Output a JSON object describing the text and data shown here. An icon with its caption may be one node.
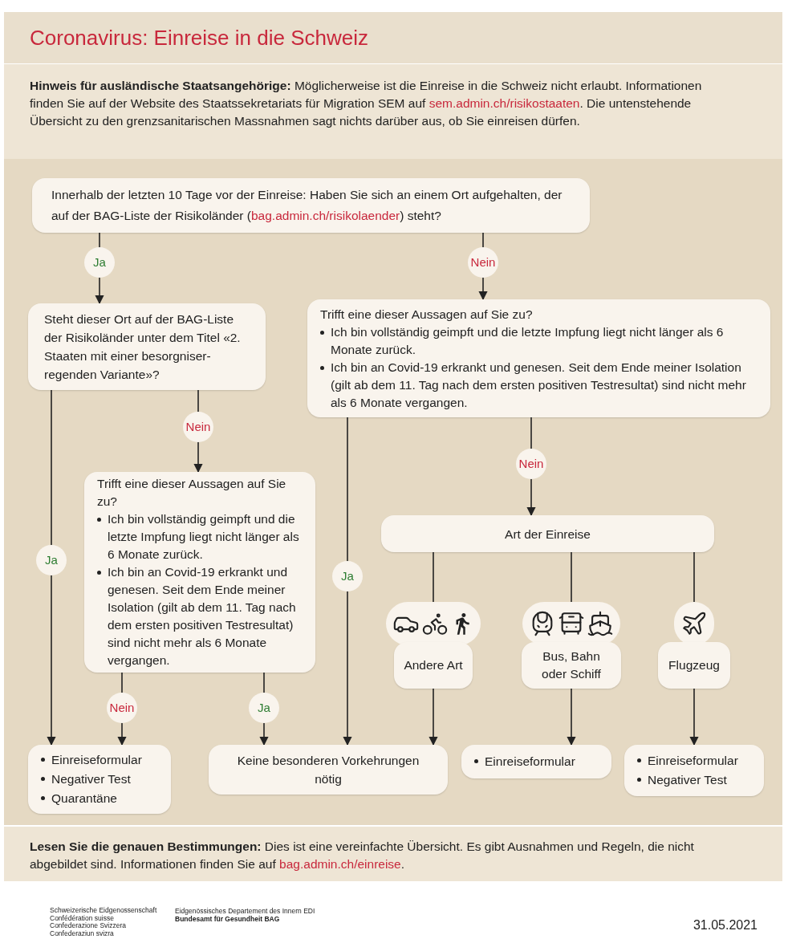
{
  "diagram": {
    "title": "Coronavirus: Einreise in die Schweiz",
    "nodes": [
      {
        "text": [
          "Innerhalb der letzten 10 Tage vor der Einreise: Haben Sie sich an einem Ort aufgehalten, der auf der BAG-Liste der Risikoländer (",
          "bag.admin.ch/risikolaender",
          ") steht?"
        ]
      },
      {
        "text": [
          "Steht dieser Ort auf der BAG-Liste der Risikoländer unter dem Titel «2. Staaten mit einer besorgniser-regenden Variante»?"
        ]
      },
      {
        "text": [
          "Trifft eine dieser Aussagen auf Sie zu?",
          "Ich bin vollständig geimpft und die letzte Impfung liegt nicht länger als 6 Monate zurück.",
          "Ich bin an Covid-19 erkrankt und genesen. Seit dem Ende meiner Isolation (gilt ab dem 11. Tag nach dem ersten positiven Testresultat) sind nicht mehr als 6 Monate vergangen."
        ]
      },
      {
        "text": [
          "Trifft eine dieser Aussagen auf Sie zu?",
          "Ich bin vollständig geimpft und die letzte Impfung liegt nicht länger als 6 Monate zurück.",
          "Ich bin an Covid-19 erkrankt und genesen. Seit dem Ende meiner Isolation (gilt ab dem 11. Tag nach dem ersten positiven Testresultat) sind nicht mehr als 6 Monate vergangen."
        ]
      },
      {
        "text": [
          "Art der Einreise"
        ]
      },
      {
        "text": [
          "Andere Art"
        ]
      },
      {
        "text": [
          "Bus, Bahn oder Schiff"
        ]
      },
      {
        "text": [
          "Flugzeug"
        ]
      },
      {
        "text": [
          "Einreiseformular",
          "Negativer Test",
          "Quarantäne"
        ]
      },
      {
        "text": [
          "Keine besonderen Vorkehrungen nötig"
        ]
      },
      {
        "text": [
          "Einreiseformular"
        ]
      },
      {
        "text": [
          "Einreiseformular",
          "Negativer Test"
        ]
      }
    ],
    "edges": [
      {
        "from": 0,
        "to": 1,
        "arrow": "to",
        "label": "Ja"
      },
      {
        "from": 0,
        "to": 2,
        "arrow": "to",
        "label": "Nein"
      },
      {
        "from": 1,
        "to": 8,
        "arrow": "to",
        "label": "Ja"
      },
      {
        "from": 1,
        "to": 3,
        "arrow": "to",
        "label": "Nein"
      },
      {
        "from": 3,
        "to": 8,
        "arrow": "to",
        "label": "Nein"
      },
      {
        "from": 3,
        "to": 9,
        "arrow": "to",
        "label": "Ja"
      },
      {
        "from": 2,
        "to": 9,
        "arrow": "to",
        "label": "Ja"
      },
      {
        "from": 2,
        "to": 4,
        "arrow": "to",
        "label": "Nein"
      },
      {
        "from": 4,
        "to": 5,
        "arrow": "none"
      },
      {
        "from": 4,
        "to": 6,
        "arrow": "none"
      },
      {
        "from": 4,
        "to": 7,
        "arrow": "none"
      },
      {
        "from": 5,
        "to": 9,
        "arrow": "to"
      },
      {
        "from": 6,
        "to": 10,
        "arrow": "to"
      },
      {
        "from": 7,
        "to": 11,
        "arrow": "to"
      }
    ],
    "labels": [
      "**Hinweis für ausländische Staatsangehörige:** Möglicherweise ist die Einreise in die Schweiz nicht erlaubt. Informationen finden Sie auf der Website des Staatssekretariats für Migration SEM auf",
      "sem.admin.ch/risikostaaten",
      ". Die untenstehende Übersicht zu den grenzsanitarischen Massnahmen sagt nichts darüber aus, ob Sie einreisen dürfen.",
      "**Lesen Sie die genauen Bestimmungen:** Dies ist eine vereinfachte Übersicht. Es gibt Ausnahmen und Regeln, die nicht abgebildet sind. Informationen finden Sie auf",
      "bag.admin.ch/einreise",
      ".",
      "Schweizerische Eidgenossenschaft",
      "Confédération suisse",
      "Confederazione Svizzera",
      "Confederaziun svizra",
      "Eidgenössisches Departement des Innern EDI",
      "Bundesamt für Gesundheit BAG",
      "31.05.2021"
    ]
  }
}
